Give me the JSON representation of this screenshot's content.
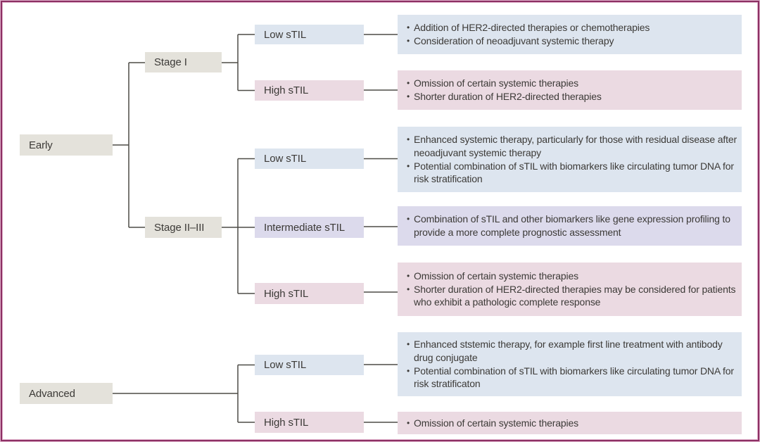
{
  "figure": {
    "type": "decision-tree",
    "root_nodes": [
      {
        "id": "early",
        "label": "Early"
      },
      {
        "id": "advanced",
        "label": "Advanced"
      }
    ],
    "stage_nodes": [
      {
        "id": "stage-i",
        "label": "Stage I"
      },
      {
        "id": "stage-ii-iii",
        "label": "Stage II–III"
      }
    ],
    "stil_nodes": [
      {
        "label": "Low sTIL",
        "tone": "blue"
      },
      {
        "label": "High sTIL",
        "tone": "pink"
      },
      {
        "label": "Low sTIL",
        "tone": "blue"
      },
      {
        "label": "Intermediate sTIL",
        "tone": "lavender"
      },
      {
        "label": "High sTIL",
        "tone": "pink"
      },
      {
        "label": "Low sTIL",
        "tone": "blue"
      },
      {
        "label": "High sTIL",
        "tone": "pink"
      }
    ],
    "outcomes": [
      {
        "tone": "blue",
        "bullets": [
          "Addition of HER2-directed therapies or chemotherapies",
          "Consideration of neoadjuvant systemic therapy"
        ]
      },
      {
        "tone": "pink",
        "bullets": [
          "Omission of certain systemic therapies",
          "Shorter duration of HER2-directed therapies"
        ]
      },
      {
        "tone": "blue",
        "bullets": [
          "Enhanced systemic therapy, particularly for those with residual disease after neoadjuvant systemic therapy",
          "Potential combination of sTIL with biomarkers like circulating tumor DNA for risk stratification"
        ]
      },
      {
        "tone": "lavender",
        "bullets": [
          "Combination of sTIL and other biomarkers like gene expression profiling to provide a more complete prognostic assessment"
        ]
      },
      {
        "tone": "pink",
        "bullets": [
          "Omission of certain systemic therapies",
          "Shorter duration of HER2-directed therapies may be considered for patients who exhibit a pathologic complete response"
        ]
      },
      {
        "tone": "blue",
        "bullets": [
          "Enhanced ststemic therapy, for example first line treatment with antibody drug conjugate",
          "Potential combination of sTIL with biomarkers like circulating tumor DNA for risk stratificaton"
        ]
      },
      {
        "tone": "pink",
        "bullets": [
          "Omission of certain systemic therapies"
        ]
      }
    ],
    "colors": {
      "blue": "#dde5ef",
      "pink": "#ebdae2",
      "lavender": "#dcdaec",
      "beige": "#e4e2db",
      "border": "#8c2f63",
      "border_outer": "#e0b0cb",
      "line": "#4d4b47",
      "text": "#3c3a37"
    }
  }
}
